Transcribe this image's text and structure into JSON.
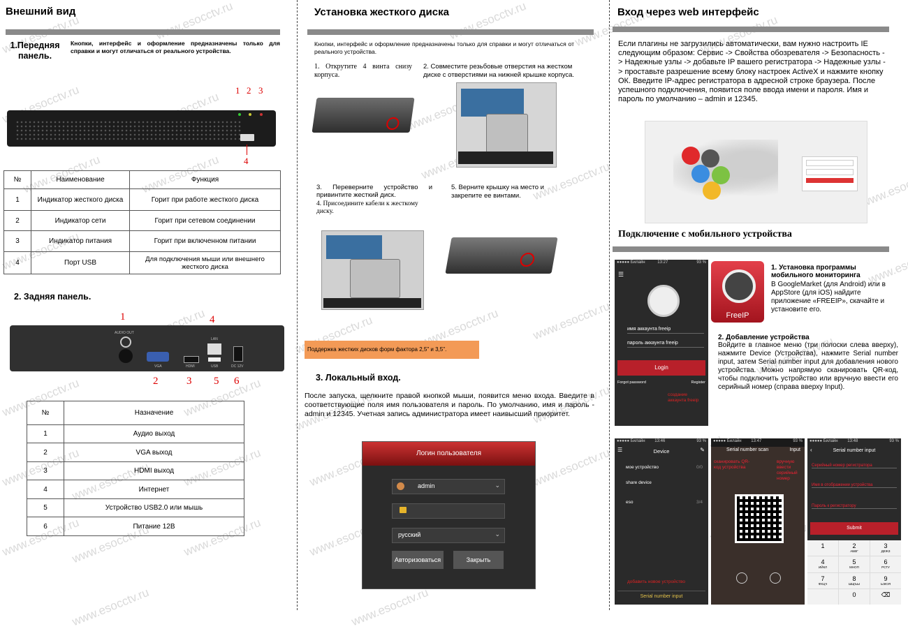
{
  "watermark": "www.esocctv.ru",
  "col1": {
    "title": "Внешний вид",
    "front_heading": "1.Передняя панель.",
    "front_note": "Кнопки, интерфейс и оформление предназначены только для справки и могут отличаться от реального устройства.",
    "front_markers": [
      "1",
      "2",
      "3",
      "4"
    ],
    "front_table": {
      "headers": [
        "№",
        "Наименование",
        "Функция"
      ],
      "rows": [
        [
          "1",
          "Индикатор жесткого диска",
          "Горит при работе жесткого диска"
        ],
        [
          "2",
          "Индикатор сети",
          "Горит при сетевом соединении"
        ],
        [
          "3",
          "Индикатор питания",
          "Горит при включенном питании"
        ],
        [
          "4",
          "Порт USB",
          "Для подключения мыши или внешнего жесткого диска"
        ]
      ]
    },
    "rear_heading": "2. Задняя панель.",
    "rear_markers": [
      "1",
      "4",
      "2",
      "3",
      "5",
      "6"
    ],
    "rear_port_labels": [
      "AUDIO OUT",
      "VGA",
      "HDMI",
      "LAN",
      "USB",
      "DC 12V"
    ],
    "rear_table": {
      "headers": [
        "№",
        "Назначение"
      ],
      "rows": [
        [
          "1",
          "Аудио выход"
        ],
        [
          "2",
          "VGA выход"
        ],
        [
          "3",
          "HDMI выход"
        ],
        [
          "4",
          "Интернет"
        ],
        [
          "5",
          "Устройство USB2.0 или мышь"
        ],
        [
          "6",
          "Питание 12В"
        ]
      ]
    }
  },
  "col2": {
    "title": "Установка жесткого диска",
    "note": "Кнопки, интерфейс и оформление предназначены только для справки и могут отличаться от реального устройства.",
    "step1": "1. Открутите 4 винта снизу корпуса.",
    "step2": "2. Совместите резьбовые отверстия на жестком диске с отверстиями на нижней крышке корпуса.",
    "step3": "3. Переверните устройство и привинтите жесткий диск.",
    "step4": "4. Присоедините кабели к жесткому диску.",
    "step5": "5. Верните крышку на место и закрепите ее винтами.",
    "hdd_note": "Поддержка жестких дисков форм фактора 2,5\" и 3,5\".",
    "local_heading": "3. Локальный вход.",
    "local_text": "После запуска, щелкните правой кнопкой мыши, появится меню входа. Введите в соответствующие поля имя пользователя и пароль. По умолчанию, имя и пароль - admin и 12345. Учетная запись администратора имеет наивысший приоритет.",
    "login": {
      "title": "Логин пользователя",
      "user": "admin",
      "lang": "русский",
      "ok": "Авторизоваться",
      "cancel": "Закрыть"
    }
  },
  "col3": {
    "title": "Вход через web интерфейс",
    "web_text": "Если плагины не загрузились автоматически, вам нужно настроить IE следующим образом: Сервис -> Свойства обозревателя -> Безопасность -> Надежные узлы -> добавьте IP вашего регистратора -> Надежные узлы -> проставьте разрешение всему блоку настроек ActiveX и нажмите кнопку ОК. Введите IP-адрес регистратора в адресной строке браузера. После успешного подключения, появится поле ввода имени и пароля. Имя и пароль по умолчанию – admin и 12345.",
    "mobile_heading": "Подключение с мобильного устройства",
    "install_heading": "1. Установка программы мобильного мониторинга",
    "install_text": "В GoogleMarket (для Android) или в AppStore (для iOS) найдите приложение «FREEIP», скачайте и установите его.",
    "add_heading": "2. Добавление устройства",
    "add_text": "Войдите в главное меню (три полоски слева вверху), нажмите Device (Устройства), нажмите Serial number input, затем Serial number input для добавления нового устройства. Можно напрямую сканировать QR-код, чтобы подключить устройство или вручную ввести его серийный номер (справа вверху Input).",
    "app_name": "FreeIP",
    "phone1": {
      "carrier": "●●●●● Билайн",
      "time": "13:27",
      "battery": "93 %",
      "account": "имя аккаунта freeip",
      "password": "пароль аккаунта freeip",
      "login": "Login",
      "forgot": "Forgot password",
      "register": "Register",
      "note": "создание аккаунта freeip"
    },
    "phone2": {
      "carrier": "●●●●● Билайн",
      "time": "13:46",
      "battery": "93 %",
      "title": "Device",
      "items": [
        "мое устройство",
        "share device",
        "eso"
      ],
      "counts": [
        "0/0",
        "",
        "3/4"
      ],
      "add": "добавить новое устройство",
      "serial": "Serial number input"
    },
    "phone3": {
      "carrier": "●●●●● Билайн",
      "time": "13:47",
      "battery": "93 %",
      "title": "Serial number scan",
      "input": "Input",
      "left_note": "сканировать QR-код устройства",
      "right_note": "вручную ввести серийный номер"
    },
    "phone4": {
      "carrier": "●●●●● Билайн",
      "time": "13:48",
      "battery": "93 %",
      "title": "Serial number input",
      "fields": [
        "Серийный номер регистратора",
        "Имя в отображении устройства",
        "Пароль к регистратору"
      ],
      "submit": "Submit",
      "keys": [
        [
          "1",
          ""
        ],
        [
          "2",
          "АБВГ"
        ],
        [
          "3",
          "ДЕЖЗ"
        ],
        [
          "4",
          "ИЙКЛ"
        ],
        [
          "5",
          "МНОП"
        ],
        [
          "6",
          "РСТУ"
        ],
        [
          "7",
          "ФХЦЧ"
        ],
        [
          "8",
          "ШЩЪЫ"
        ],
        [
          "9",
          "ЬЭЮЯ"
        ],
        [
          "",
          ""
        ],
        [
          "0",
          ""
        ],
        [
          "⌫",
          ""
        ]
      ]
    }
  }
}
